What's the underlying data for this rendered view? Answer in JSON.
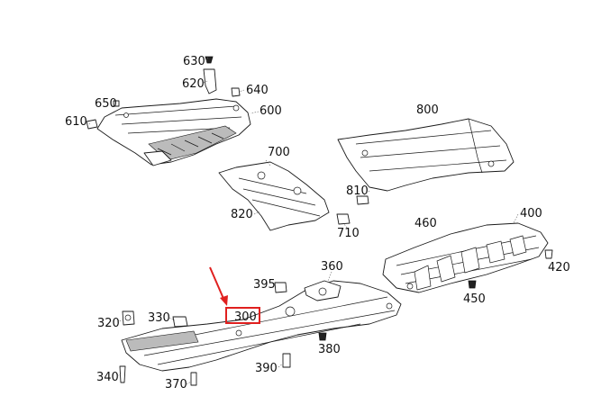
{
  "labels": {
    "p630": "630",
    "p620": "620",
    "p640": "640",
    "p650": "650",
    "p610": "610",
    "p600": "600",
    "p800": "800",
    "p700": "700",
    "p810": "810",
    "p820": "820",
    "p710": "710",
    "p460": "460",
    "p400": "400",
    "p420": "420",
    "p360": "360",
    "p395": "395",
    "p450": "450",
    "p300": "300",
    "p320": "320",
    "p330": "330",
    "p380": "380",
    "p340": "340",
    "p390": "390",
    "p370": "370"
  },
  "highlight": {
    "color": "#e0201f",
    "target": "300"
  }
}
